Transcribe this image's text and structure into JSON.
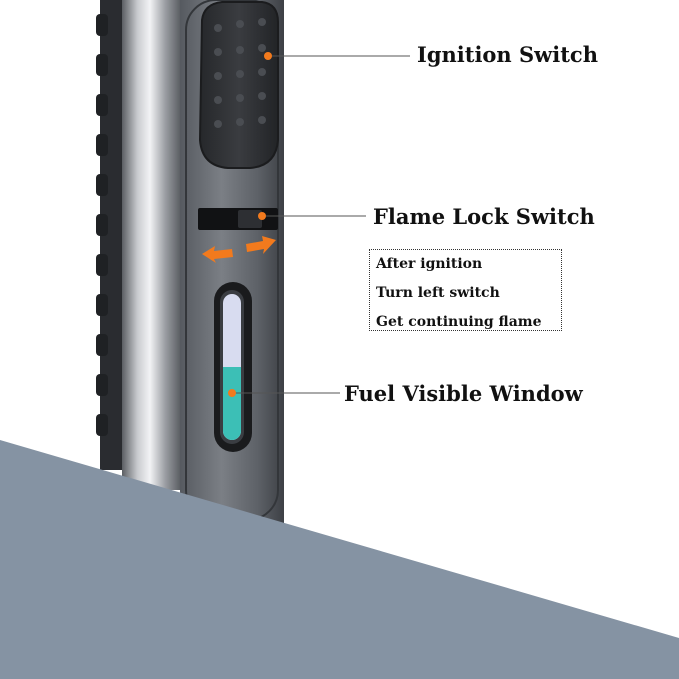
{
  "callouts": {
    "ignition_switch": "Ignition Switch",
    "flame_lock_switch": "Flame Lock Switch",
    "fuel_visible_window": "Fuel Visible Window"
  },
  "instructions": [
    "After ignition",
    "Turn left switch",
    "Get continuing flame"
  ],
  "fuel_level_fraction": 0.5,
  "colors": {
    "background": "#ffffff",
    "slanted_panel": "#8593a3",
    "lighter_body": "#3a3d42",
    "metal_highlight": "#d4d6da",
    "arrow_accent": "#f27a1d",
    "fuel_fill": "#3cbfb6",
    "fuel_empty": "#d8dcf0"
  },
  "icons": [
    "left-arrow-icon",
    "right-arrow-icon"
  ]
}
